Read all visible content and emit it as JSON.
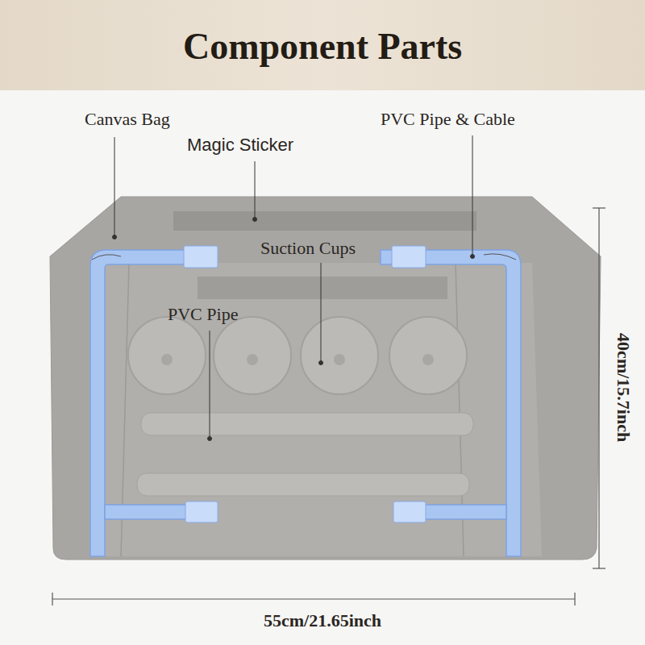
{
  "diagram": {
    "title": "Component Parts",
    "labels": [
      "Canvas Bag",
      "Magic Sticker",
      "PVC Pipe & Cable",
      "Suction Cups",
      "PVC Pipe",
      "40cm/15.7inch",
      "55cm/21.65inch"
    ]
  }
}
